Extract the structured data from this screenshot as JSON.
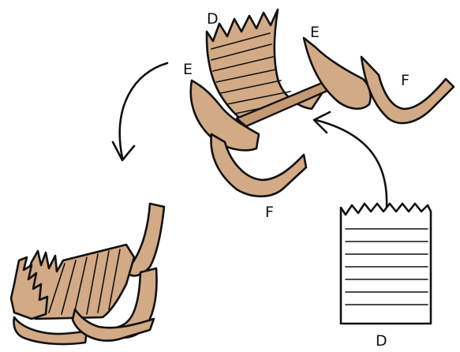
{
  "labels": {
    "d_top": "D",
    "e_left": "E",
    "e_right": "E",
    "f_right": "F",
    "f_bottom": "F",
    "d_bottom": "D"
  },
  "colors": {
    "cardboard": "#d2aa85",
    "cardboard_shade": "#c39a74",
    "outline": "#111111",
    "paper": "#ffffff"
  }
}
